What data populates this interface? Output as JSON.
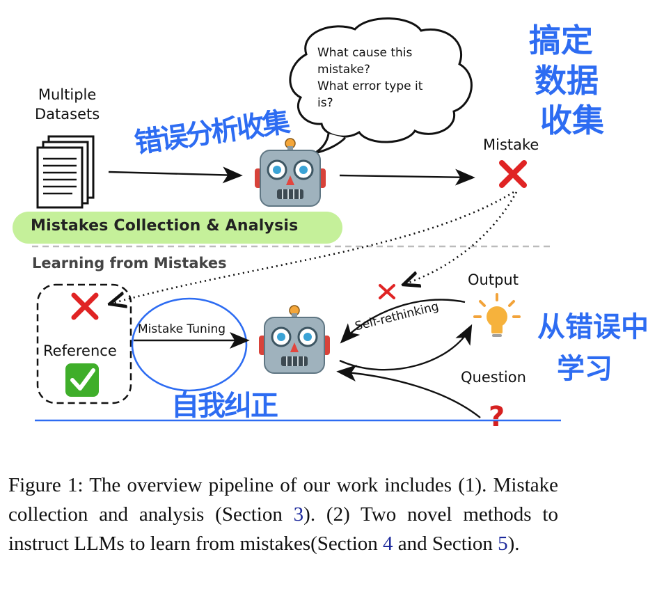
{
  "top": {
    "datasets_label_line1": "Multiple",
    "datasets_label_line2": "Datasets",
    "cloud_lines": [
      "What cause this",
      "mistake?",
      "What error type it",
      "is?"
    ],
    "mistake_label": "Mistake",
    "pill_label": "Mistakes Collection & Analysis"
  },
  "bottom": {
    "section_title": "Learning from Mistakes",
    "reference_label": "Reference",
    "tuning_label": "Mistake Tuning",
    "self_rethinking_label": "Self-rethinking",
    "output_label": "Output",
    "question_label": "Question"
  },
  "handwriting": {
    "top_left": "错误分析收集",
    "top_right_line1": "搞定",
    "top_right_line2": "数据",
    "top_right_line3": "收集",
    "bottom_center": "自我纠正",
    "bottom_right_line1": "从错误中",
    "bottom_right_line2": "学习"
  },
  "caption": {
    "part1": "Figure 1: The overview pipeline of our work includes (1).  Mistake collection and analysis (Section ",
    "ref1": "3",
    "part2": ").  (2) Two novel methods to instruct LLMs to learn from mistakes(Section ",
    "ref2": "4",
    "part3": " and Section ",
    "ref3": "5",
    "part4": ")."
  },
  "colors": {
    "pill": "#c5f09a",
    "handwriting": "#2d6cf2",
    "cross": "#e02424",
    "check": "#3fae2a",
    "blue_line": "#2d6cf2",
    "caption_ref": "#1d2a9c"
  },
  "icons": [
    "documents-icon",
    "robot-icon",
    "thought-cloud-icon",
    "cross-icon",
    "check-icon",
    "lightbulb-icon",
    "question-mark-icon"
  ]
}
